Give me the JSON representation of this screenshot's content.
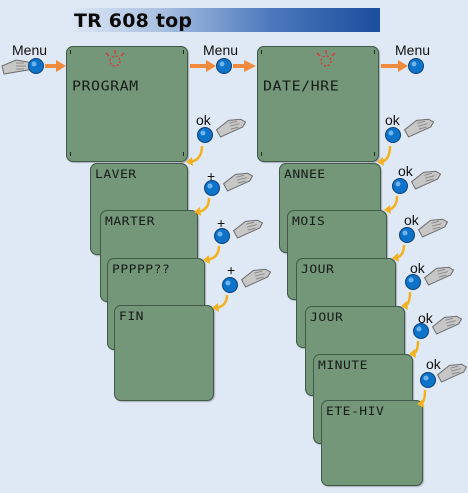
{
  "title": "TR 608 top",
  "labels": {
    "menu": "Menu",
    "ok": "ok",
    "plus": "+"
  },
  "left_column": {
    "main_screen": "PROGRAM",
    "steps": [
      "LAVER",
      "MARTER",
      "PPPPP??",
      "FIN"
    ]
  },
  "right_column": {
    "main_screen": "DATE/HRE",
    "steps": [
      "ANNEE",
      "MOIS",
      "JOUR",
      "JOUR",
      "MINUTE",
      "ETE-HIV"
    ]
  },
  "colors": {
    "lcd": "#74977a",
    "arrow_orange": "#f08a3c",
    "arrow_yellow": "#f2b21f",
    "knob_blue": "#0d73c9",
    "hand": "#b9b9b9",
    "title_gradient_end": "#1c4c9c"
  }
}
